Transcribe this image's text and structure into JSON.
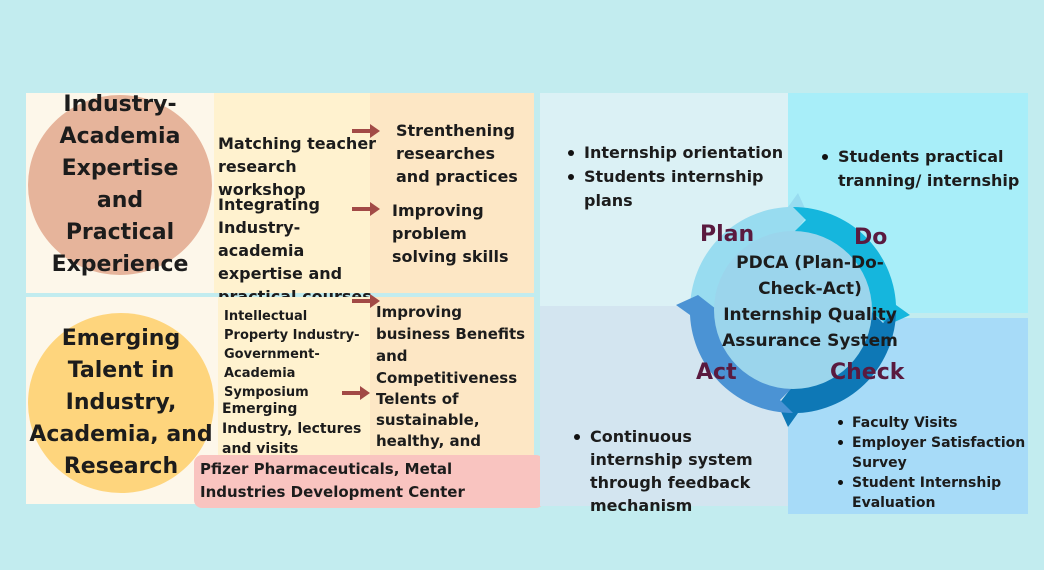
{
  "left_top": {
    "circle_text": "Industry-Academia Expertise and Practical Experience",
    "item1": "Matching teacher research workshop",
    "item2": "Integrating Industry-academia expertise and practical courses",
    "result1": "Strenthening researches and practices",
    "result2": "Improving problem solving skills"
  },
  "left_bottom": {
    "circle_text": "Emerging Talent in Industry, Academia, and Research",
    "item1": "Intellectual Property Industry-Government-Academia  Symposium",
    "item2": "Emerging Industry, lectures and visits",
    "result1": "Improving business Benefits and Competitiveness",
    "result2": "Telents of sustainable, healthy, and intelligent",
    "partners": "Pfizer Pharmaceuticals, Metal Industries Development Center"
  },
  "pdca": {
    "plan_items": [
      "Internship orientation",
      "Students internship plans"
    ],
    "do_items": [
      "Students practical tranning/ internship"
    ],
    "act_items": [
      "Continuous internship system through feedback mechanism"
    ],
    "check_items": [
      "Faculty Visits",
      "Employer Satisfaction Survey",
      "Student Internship Evaluation"
    ],
    "plan_label": "Plan",
    "do_label": "Do",
    "check_label": "Check",
    "act_label": "Act",
    "center": "PDCA (Plan-Do-Check-Act) Internship Quality Assurance System"
  },
  "colors": {
    "background": "#c2ecef",
    "circle_top": "#e6b49b",
    "circle_bottom": "#fed57d",
    "arrow": "#a24a46",
    "partners_bg": "#f9c4c0",
    "pdca_label": "#5a1a3f"
  }
}
